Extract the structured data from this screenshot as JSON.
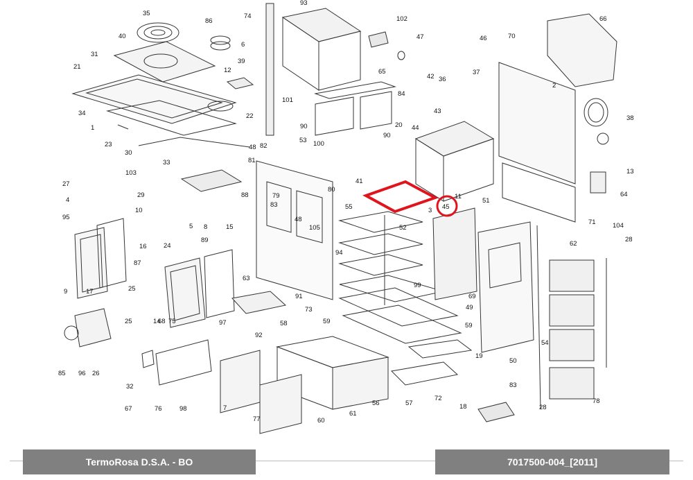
{
  "footer": {
    "manufacturer": "TermoRosa D.S.A. - BO",
    "document_code": "7017500-004_[2011]"
  },
  "highlight": {
    "label": "45",
    "color": "#e0141c"
  },
  "part_labels": [
    "35",
    "86",
    "6",
    "40",
    "39",
    "31",
    "12",
    "21",
    "34",
    "1",
    "23",
    "30",
    "103",
    "22",
    "74",
    "93",
    "102",
    "47",
    "101",
    "65",
    "84",
    "90",
    "90",
    "20",
    "44",
    "42",
    "36",
    "37",
    "46",
    "70",
    "66",
    "2",
    "38",
    "43",
    "13",
    "64",
    "104",
    "71",
    "53",
    "100",
    "48",
    "82",
    "81",
    "33",
    "29",
    "27",
    "10",
    "4",
    "95",
    "88",
    "79",
    "83",
    "48",
    "105",
    "80",
    "41",
    "11",
    "45",
    "51",
    "55",
    "3",
    "52",
    "94",
    "5",
    "8",
    "15",
    "89",
    "16",
    "24",
    "87",
    "25",
    "9",
    "17",
    "14",
    "75",
    "97",
    "63",
    "91",
    "58",
    "73",
    "59",
    "99",
    "69",
    "49",
    "59",
    "62",
    "28",
    "25",
    "68",
    "92",
    "85",
    "96",
    "26",
    "32",
    "67",
    "76",
    "98",
    "7",
    "77",
    "60",
    "61",
    "56",
    "57",
    "72",
    "19",
    "50",
    "54",
    "28",
    "78",
    "18",
    "83"
  ]
}
